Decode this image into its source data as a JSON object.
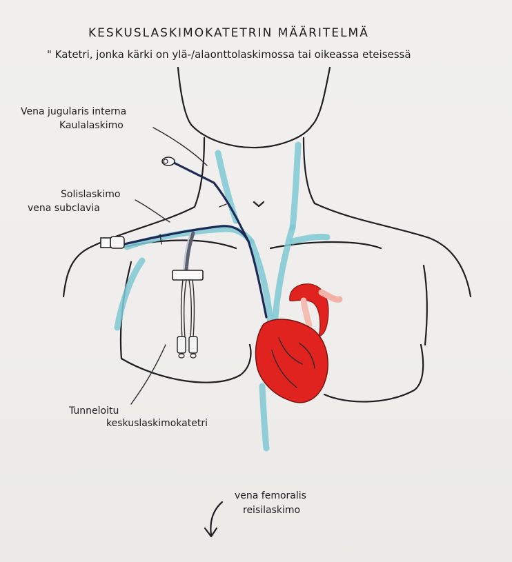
{
  "title": "KESKUSLASKIMOKATETRIN MÄÄRITELMÄ",
  "subtitle": "\" Katetri, jonka kärki on ylä-/alaonttolaskimossa tai oikeassa eteisessä",
  "labels": {
    "jugularis_latin": "Vena jugularis interna",
    "jugularis_fi": "Kaulalaskimo",
    "subclavia_fi": "Solislaskimo",
    "subclavia_latin": "vena subclavia",
    "tunneled_1": "Tunneloitu",
    "tunneled_2": "keskuslaskimokatetri",
    "femoral_latin": "vena femoralis",
    "femoral_fi": "reisilaskimo"
  },
  "colors": {
    "vein": "#7fc8d3",
    "heart": "#e0231f",
    "catheter": "#1d2a55",
    "ink": "#1e1e22"
  }
}
